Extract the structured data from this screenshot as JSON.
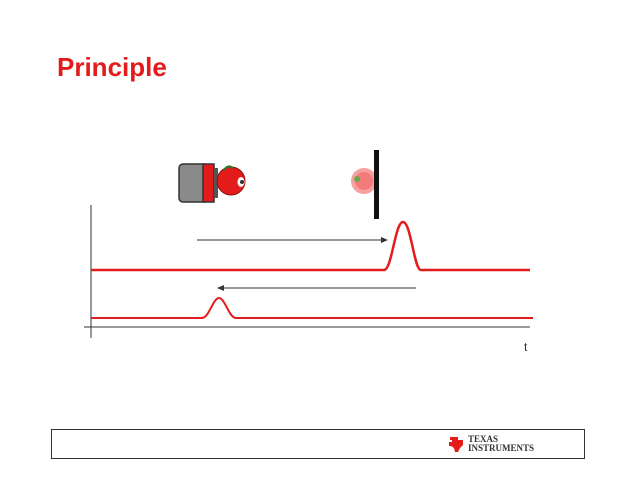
{
  "slide": {
    "title": "Principle",
    "axis_label": "t"
  },
  "brand": {
    "logo_line1": "Texas",
    "logo_line2": "Instruments",
    "logo_color": "#e31b1b"
  },
  "colors": {
    "title": "#e31b1b",
    "signal": "#e31b1b",
    "axis": "#333333"
  },
  "icons": {
    "sensor": "ultrasonic-sensor-icon",
    "ball": "ball-icon",
    "wall": "reflector-wall-icon",
    "echo": "reflected-ball-icon"
  }
}
